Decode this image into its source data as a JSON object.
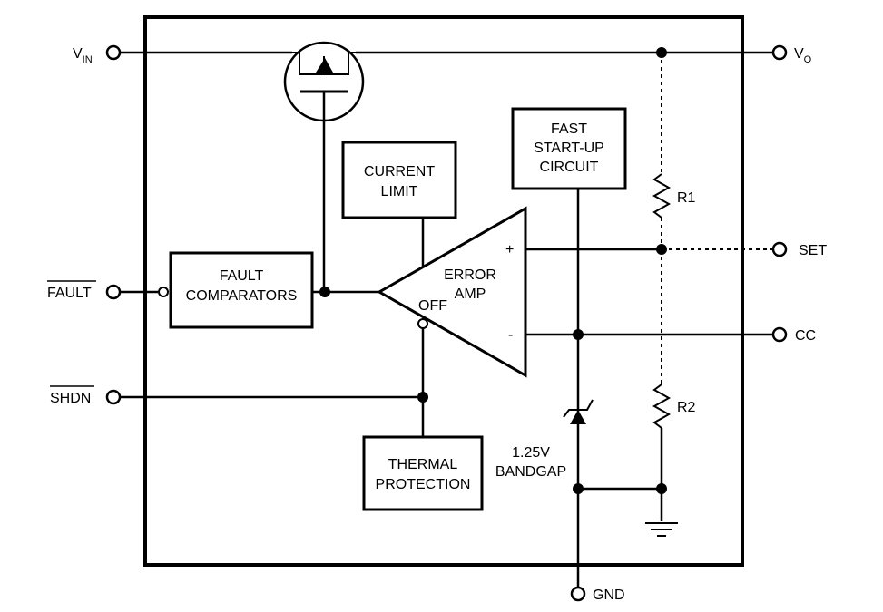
{
  "pins": {
    "vin": "V",
    "vin_sub": "IN",
    "vo": "V",
    "vo_sub": "O",
    "set": "SET",
    "cc": "CC",
    "fault": "FAULT",
    "shdn": "SHDN",
    "gnd": "GND"
  },
  "blocks": {
    "current_limit": [
      "CURRENT",
      "LIMIT"
    ],
    "fast_startup": [
      "FAST",
      "START-UP",
      "CIRCUIT"
    ],
    "fault_comparators": [
      "FAULT",
      "COMPARATORS"
    ],
    "thermal_protection": [
      "THERMAL",
      "PROTECTION"
    ]
  },
  "amp": {
    "label": [
      "ERROR",
      "AMP"
    ],
    "off": "OFF",
    "plus": "+",
    "minus": "-"
  },
  "resistors": {
    "r1": "R1",
    "r2": "R2"
  },
  "bandgap": [
    "1.25V",
    "BANDGAP"
  ]
}
